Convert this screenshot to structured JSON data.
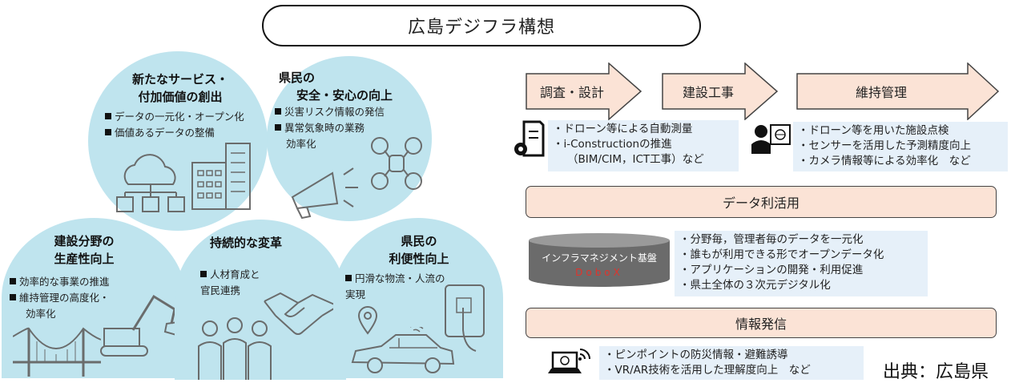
{
  "title": "広島デジフラ構想",
  "circles": [
    {
      "title_lines": [
        "新たなサービス・",
        "付加価値の創出"
      ],
      "bullets": [
        "データの一元化・オープン化",
        "価値あるデータの整備"
      ]
    },
    {
      "title_lines": [
        "県民の",
        "安全・安心の向上"
      ],
      "bullets": [
        "災害リスク情報の発信",
        "異常気象時の業務"
      ],
      "bullet_cont": "効率化"
    },
    {
      "title_lines": [
        "建設分野の",
        "生産性向上"
      ],
      "bullets": [
        "効率的な事業の推進",
        "維持管理の高度化・"
      ],
      "bullet_cont": "効率化"
    },
    {
      "title_lines": [
        "持続的な変革"
      ],
      "bullets": [
        "人材育成と"
      ],
      "bullet_cont": "官民連携"
    },
    {
      "title_lines": [
        "県民の",
        "利便性向上"
      ],
      "bullets": [
        "円滑な物流・人流の"
      ],
      "bullet_cont": "実現"
    }
  ],
  "flow": {
    "arrows": [
      "調査・設計",
      "建設工事",
      "維持管理"
    ],
    "survey_box": [
      "・ドローン等による自動測量",
      "・i-Constructionの推進",
      "（BIM/CIM，ICT工事）など"
    ],
    "maintenance_box": [
      "・ドローン等を用いた施設点検",
      "・センサーを活用した予測精度向上",
      "・カメラ情報等による効率化　など"
    ],
    "data_bar": "データ利活用",
    "platform_name": "インフラマネジメント基盤",
    "platform_brand": "DoboX",
    "platform_box": [
      "・分野毎，管理者毎のデータを一元化",
      "・誰もが利用できる形でオープンデータ化",
      "・アプリケーションの開発・利用促進",
      "・県土全体の３次元デジタル化"
    ],
    "info_bar": "情報発信",
    "info_box": [
      "・ピンポイントの防災情報・避難誘導",
      "・VR/AR技術を活用した理解度向上　など"
    ]
  },
  "source": "出典：広島県",
  "colors": {
    "circle": "#bfe4ee",
    "arrow_fill": "#fbe3d6",
    "info_box": "#e6f0f9",
    "db": "#6b6b6b",
    "dobox_red": "#e0332c"
  },
  "icons": [
    "cloud-server-icon",
    "building-icon",
    "megaphone-icon",
    "drone-icon",
    "excavator-icon",
    "bridge-icon",
    "people-icon",
    "handshake-icon",
    "car-icon",
    "location-pin-icon",
    "tablet-touch-icon",
    "document-gear-icon",
    "presenter-icon",
    "database-icon",
    "laptop-signal-icon"
  ]
}
